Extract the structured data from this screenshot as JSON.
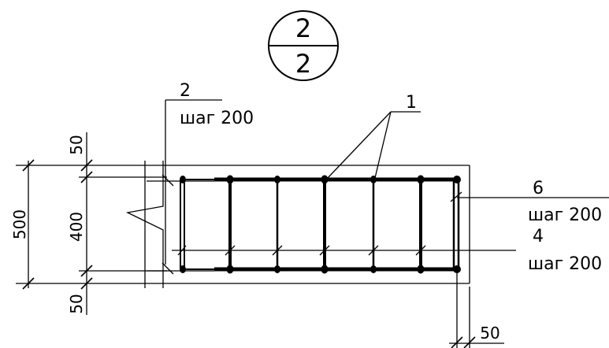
{
  "section_mark": {
    "top": "2",
    "bottom": "2"
  },
  "callouts": [
    {
      "pos": "1",
      "note": ""
    },
    {
      "pos": "2",
      "note": "шаг 200"
    },
    {
      "pos": "6",
      "note": "шаг 200"
    },
    {
      "pos": "4",
      "note": "шаг 200"
    }
  ],
  "dimensions": {
    "overall_height": "500",
    "inner_height": "400",
    "top_cover": "50",
    "bottom_cover": "50",
    "side_cover": "50"
  }
}
